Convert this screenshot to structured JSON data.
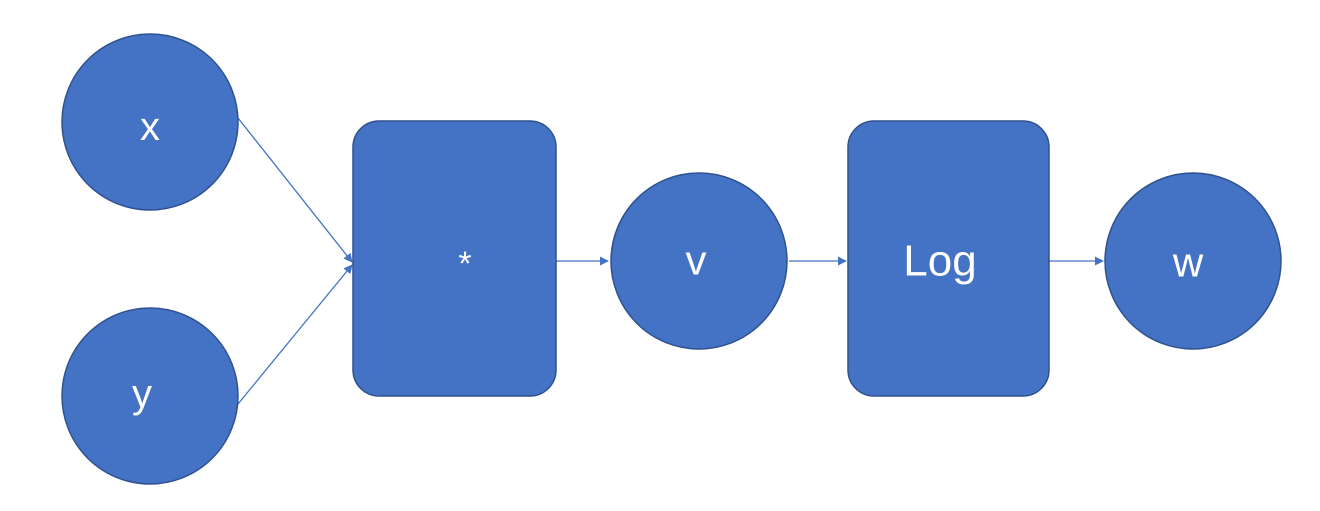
{
  "diagram": {
    "nodes": {
      "x": {
        "label": "x"
      },
      "y": {
        "label": "y"
      },
      "multiply": {
        "label": "*"
      },
      "v": {
        "label": "v"
      },
      "log": {
        "label": "Log"
      },
      "w": {
        "label": "w"
      }
    },
    "edges": [
      {
        "from": "x",
        "to": "multiply"
      },
      {
        "from": "y",
        "to": "multiply"
      },
      {
        "from": "multiply",
        "to": "v"
      },
      {
        "from": "v",
        "to": "log"
      },
      {
        "from": "log",
        "to": "w"
      }
    ],
    "colors": {
      "node_fill": "#4472c4",
      "node_border": "#2f528f",
      "text": "#ffffff",
      "edge": "#4472c4"
    }
  }
}
